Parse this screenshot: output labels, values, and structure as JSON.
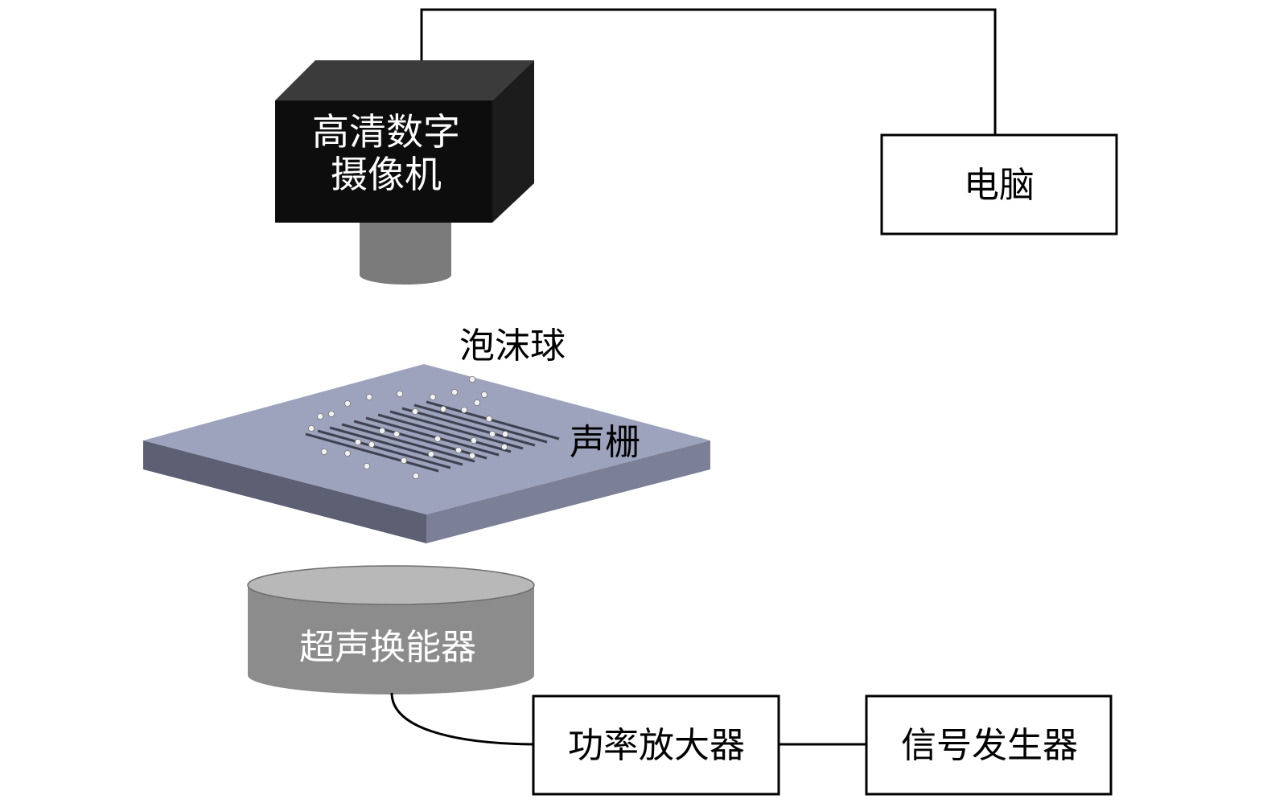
{
  "labels": {
    "camera_line1": "高清数字",
    "camera_line2": "摄像机",
    "computer": "电脑",
    "foam_balls": "泡沫球",
    "grating": "声栅",
    "transducer": "超声换能器",
    "amplifier": "功率放大器",
    "signal_generator": "信号发生器"
  },
  "colors": {
    "camera_front": "#0d0d0d",
    "camera_top": "#3b3b3b",
    "camera_side": "#1c1c1c",
    "lens": "#7b7b7b",
    "plate_top": "#9da2bd",
    "plate_side_left": "#5d6073",
    "plate_side_right": "#7c8096",
    "transducer_body": "#8c8c8c",
    "transducer_top": "#b8b8b8"
  }
}
